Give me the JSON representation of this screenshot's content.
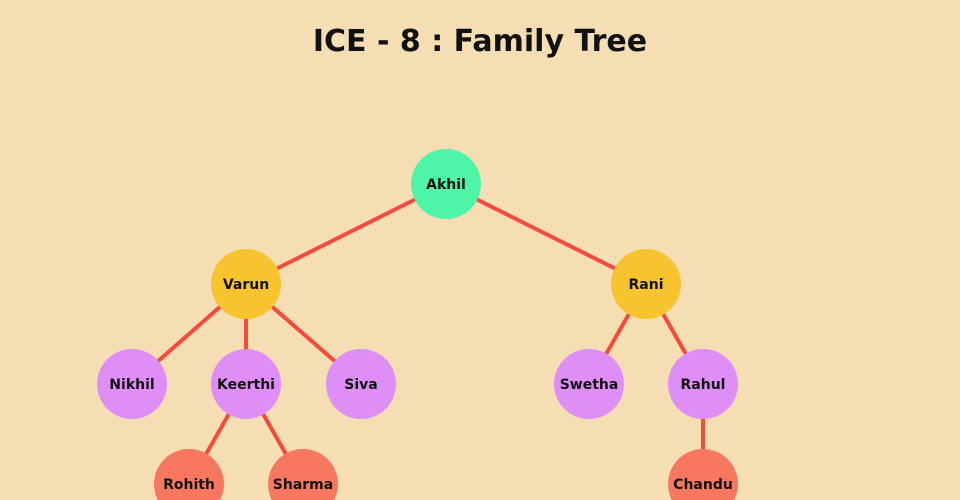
{
  "title": "ICE - 8 : Family Tree",
  "colors": {
    "background": "#f5deb3",
    "edge": "#f44c3a",
    "root": "#4ef5a8",
    "generation_1": "#f7c32e",
    "generation_2": "#df8ef7",
    "generation_3": "#f7785e"
  },
  "nodes": [
    {
      "id": "akhil",
      "name": "Akhil",
      "generation": "root"
    },
    {
      "id": "varun",
      "name": "Varun",
      "generation": "generation_1"
    },
    {
      "id": "rani",
      "name": "Rani",
      "generation": "generation_1"
    },
    {
      "id": "nikhil",
      "name": "Nikhil",
      "generation": "generation_2"
    },
    {
      "id": "keerthi",
      "name": "Keerthi",
      "generation": "generation_2"
    },
    {
      "id": "siva",
      "name": "Siva",
      "generation": "generation_2"
    },
    {
      "id": "swetha",
      "name": "Swetha",
      "generation": "generation_2"
    },
    {
      "id": "rahul",
      "name": "Rahul",
      "generation": "generation_2"
    },
    {
      "id": "rohith",
      "name": "Rohith",
      "generation": "generation_3"
    },
    {
      "id": "sharma",
      "name": "Sharma",
      "generation": "generation_3"
    },
    {
      "id": "chandu",
      "name": "Chandu",
      "generation": "generation_3"
    }
  ],
  "edges": [
    [
      "akhil",
      "varun"
    ],
    [
      "akhil",
      "rani"
    ],
    [
      "varun",
      "nikhil"
    ],
    [
      "varun",
      "keerthi"
    ],
    [
      "varun",
      "siva"
    ],
    [
      "rani",
      "swetha"
    ],
    [
      "rani",
      "rahul"
    ],
    [
      "keerthi",
      "rohith"
    ],
    [
      "keerthi",
      "sharma"
    ],
    [
      "rahul",
      "chandu"
    ]
  ]
}
